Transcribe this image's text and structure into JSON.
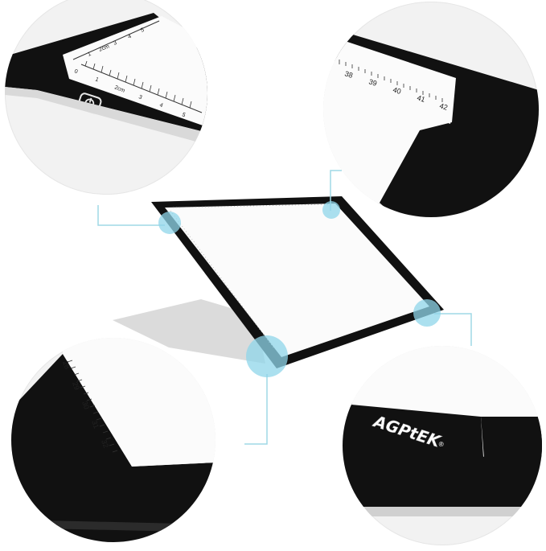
{
  "colors": {
    "frame": "#111111",
    "panel": "#fbfbfb",
    "highlight": "#8fd6ea",
    "connector": "#9fd8e6"
  },
  "top_left": {
    "ruler_top_labels": [
      "1",
      "2cm",
      "3",
      "4",
      "5"
    ],
    "ruler_bottom_labels": [
      "0",
      "1",
      "2cm",
      "3",
      "4",
      "5"
    ],
    "power_icon": "power-button-icon"
  },
  "top_right": {
    "ruler_labels": [
      "38",
      "39",
      "40",
      "41",
      "42"
    ]
  },
  "bottom_left": {
    "ruler_labels": [
      "28",
      "29",
      "30",
      "31",
      "32"
    ]
  },
  "bottom_right": {
    "brand": "AGPtEK",
    "registered": "®"
  }
}
